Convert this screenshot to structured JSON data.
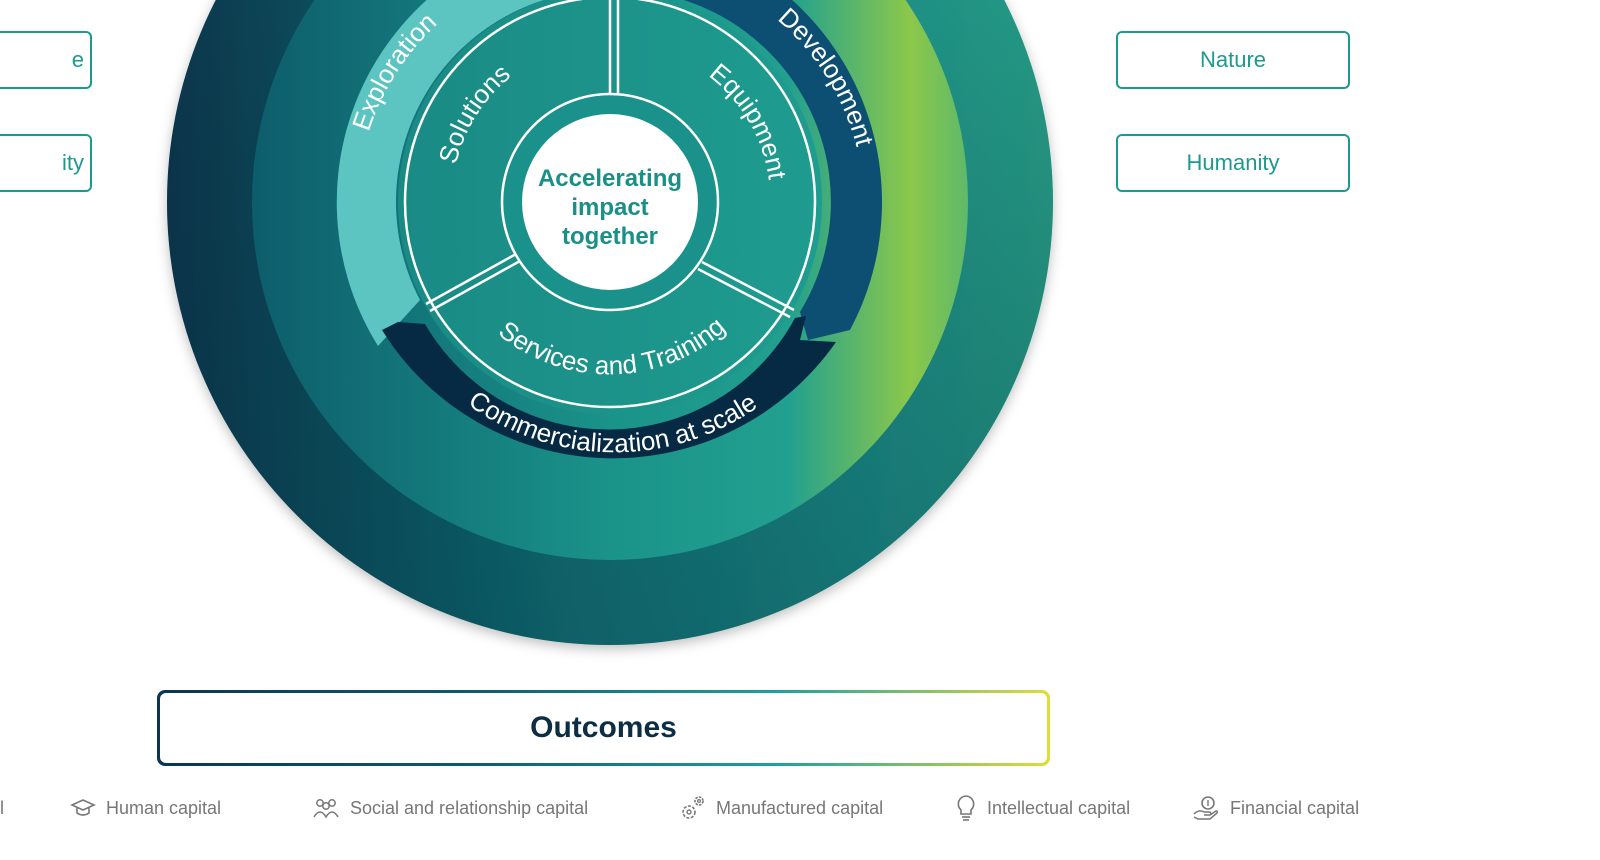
{
  "left_boxes": [
    "e",
    "ity"
  ],
  "right_boxes": [
    "Nature",
    "Humanity"
  ],
  "center": {
    "line1": "Accelerating",
    "line2": "impact",
    "line3": "together"
  },
  "inner_segments": [
    "Solutions",
    "Equipment",
    "Services and Training"
  ],
  "outer_arcs": {
    "left": "Exploration",
    "right": "Development",
    "bottom": "Commercialization at scale"
  },
  "outcomes_label": "Outcomes",
  "capitals": [
    {
      "label": "l",
      "icon": "partial-icon"
    },
    {
      "label": "Human capital",
      "icon": "graduation-cap-icon"
    },
    {
      "label": "Social and relationship capital",
      "icon": "people-group-icon"
    },
    {
      "label": "Manufactured capital",
      "icon": "gears-icon"
    },
    {
      "label": "Intellectual capital",
      "icon": "lightbulb-icon"
    },
    {
      "label": "Financial capital",
      "icon": "coins-hand-icon"
    }
  ],
  "colors": {
    "teal": "#1d9a8e",
    "dark_navy": "#062a44",
    "mid_blue": "#0d4f73",
    "light_teal": "#5cc5c1",
    "lime": "#8fc63f"
  }
}
